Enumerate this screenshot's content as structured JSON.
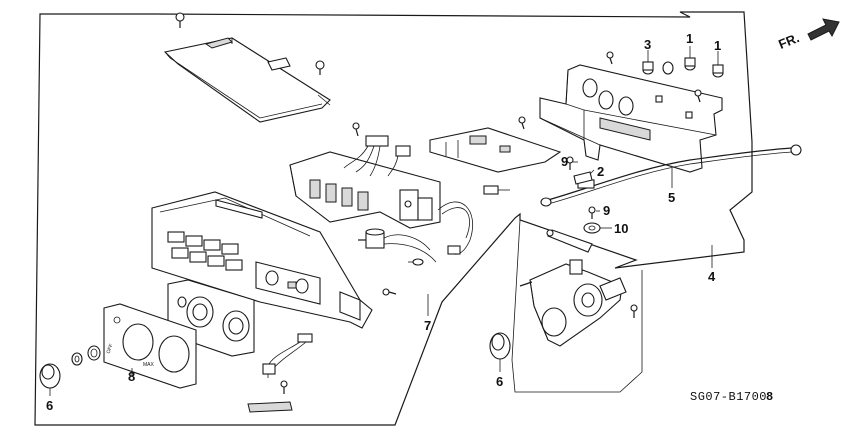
{
  "diagram": {
    "direction_label": "FR.",
    "drawing_code": "SG07-B1700",
    "drawing_suffix": "8",
    "callouts": [
      {
        "id": "c1a",
        "label": "1"
      },
      {
        "id": "c1b",
        "label": "1"
      },
      {
        "id": "c3",
        "label": "3"
      },
      {
        "id": "c9a",
        "label": "9"
      },
      {
        "id": "c2",
        "label": "2"
      },
      {
        "id": "c5",
        "label": "5"
      },
      {
        "id": "c9b",
        "label": "9"
      },
      {
        "id": "c10",
        "label": "10"
      },
      {
        "id": "c4",
        "label": "4"
      },
      {
        "id": "c7",
        "label": "7"
      },
      {
        "id": "c8",
        "label": "8"
      },
      {
        "id": "c6a",
        "label": "6"
      },
      {
        "id": "c6b",
        "label": "6"
      }
    ],
    "panel_markings": {
      "off": "OFF",
      "max": "MAX"
    }
  }
}
